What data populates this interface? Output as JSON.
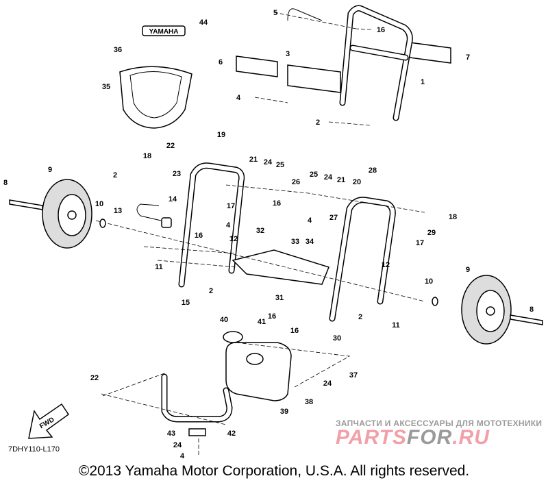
{
  "diagram": {
    "callouts": [
      "44",
      "5",
      "16",
      "36",
      "3",
      "6",
      "7",
      "35",
      "4",
      "1",
      "2",
      "19",
      "22",
      "18",
      "21",
      "24",
      "25",
      "23",
      "2",
      "28",
      "25",
      "24",
      "21",
      "20",
      "26",
      "9",
      "8",
      "17",
      "16",
      "14",
      "10",
      "13",
      "18",
      "27",
      "4",
      "4",
      "16",
      "29",
      "32",
      "12",
      "33",
      "34",
      "17",
      "11",
      "12",
      "9",
      "10",
      "2",
      "31",
      "15",
      "16",
      "8",
      "2",
      "11",
      "16",
      "40",
      "41",
      "30",
      "37",
      "24",
      "22",
      "38",
      "39",
      "42",
      "43",
      "24",
      "4"
    ],
    "fwd_label": "FWD",
    "logo_text": "YAMAHA",
    "diagram_code": "7DHY110-L170",
    "copyright": "©2013 Yamaha Motor Corporation, U.S.A. All rights reserved."
  },
  "watermark": {
    "tagline": "ЗАПЧАСТИ И АКСЕССУАРЫ ДЛЯ МОТОТЕХНИКИ",
    "brand_part1": "PARTS",
    "brand_part2": "FOR",
    "brand_part3": ".RU"
  }
}
